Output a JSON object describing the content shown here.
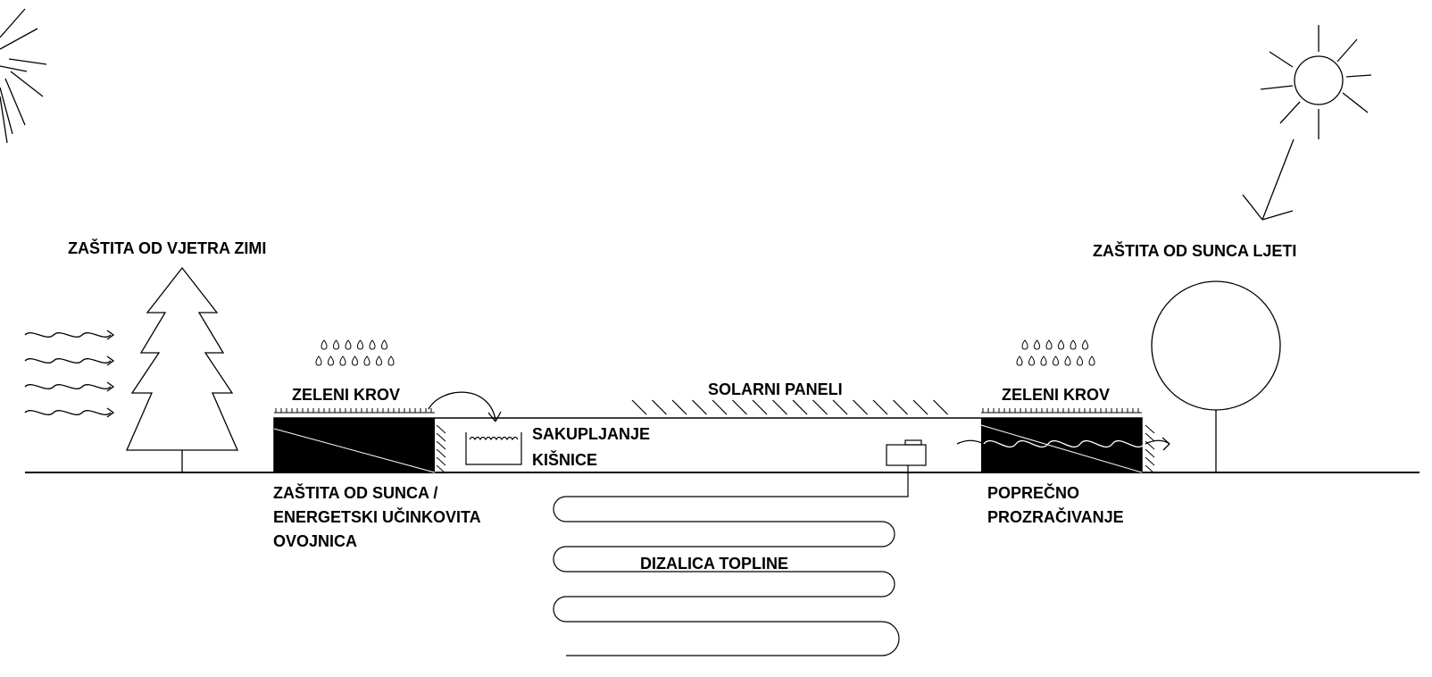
{
  "labels": {
    "wind_protection": "ZAŠTITA OD VJETRA ZIMI",
    "sun_protection_summer": "ZAŠTITA OD SUNCA LJETI",
    "green_roof_left": "ZELENI KROV",
    "green_roof_right": "ZELENI KROV",
    "solar_panels": "SOLARNI PANELI",
    "rainwater_line1": "SAKUPLJANJE",
    "rainwater_line2": "KIŠNICE",
    "envelope_line1": "ZAŠTITA OD SUNCA /",
    "envelope_line2": "ENERGETSKI UČINKOVITA",
    "envelope_line3": "OVOJNICA",
    "ventilation_line1": "POPREČNO",
    "ventilation_line2": "PROZRAČIVANJE",
    "heat_pump": "DIZALICA TOPLINE"
  },
  "colors": {
    "ink": "#000000",
    "background": "#ffffff"
  }
}
